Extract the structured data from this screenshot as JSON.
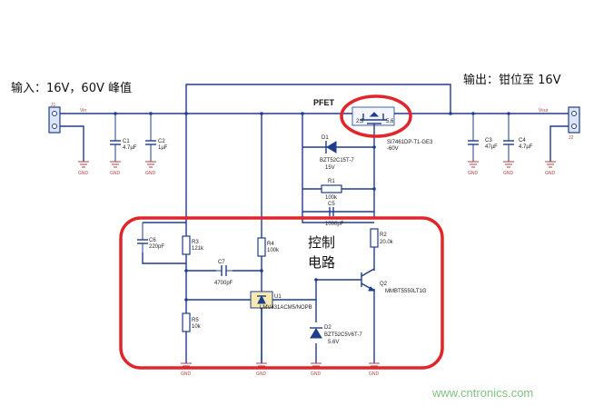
{
  "headings": {
    "input": "输入：16V，60V 峰值",
    "output": "输出：钳位至 16V",
    "pfet": "PFET",
    "control_line1": "控制",
    "control_line2": "电路"
  },
  "nets": {
    "vin": "Vin",
    "vout": "Vout"
  },
  "connectors": {
    "j1": "J1",
    "j2": "J2"
  },
  "components": {
    "c1": {
      "ref": "C1",
      "value": "4.7µF"
    },
    "c2": {
      "ref": "C2",
      "value": "1µF"
    },
    "c3": {
      "ref": "C3",
      "value": "47µF"
    },
    "c4": {
      "ref": "C4",
      "value": "4.7µF"
    },
    "d1": {
      "ref": "D1",
      "part": "BZT52C15T-7",
      "value": "15V"
    },
    "r1": {
      "ref": "R1",
      "value": "100k"
    },
    "c5": {
      "ref": "C5",
      "value": "1000pF"
    },
    "q1": {
      "part": "SI7461DP-T1-GE3",
      "value": "-60V",
      "pins": [
        "2,3",
        "5,6"
      ]
    },
    "c6": {
      "ref": "C6",
      "value": "220pF"
    },
    "r3": {
      "ref": "R3",
      "value": "121k"
    },
    "r4": {
      "ref": "R4",
      "value": "100k"
    },
    "c7": {
      "ref": "C7",
      "value": "4700pF"
    },
    "r5": {
      "ref": "R5",
      "value": "10k"
    },
    "u1": {
      "ref": "U1",
      "part": "LMV431ACM5/NOPB"
    },
    "d2": {
      "ref": "D2",
      "part": "BZT52C5V6T-7",
      "value": "5.6V"
    },
    "r2": {
      "ref": "R2",
      "value": "20.0k"
    },
    "q2": {
      "ref": "Q2",
      "part": "MMBT5550LT1G"
    }
  },
  "gnd_label": "GND",
  "watermark": "www.cntronics.com",
  "colors": {
    "wire": "#1f3d8a",
    "highlight": "#e0262a",
    "ground": "#b04040",
    "watermark": "#7fc47f"
  }
}
